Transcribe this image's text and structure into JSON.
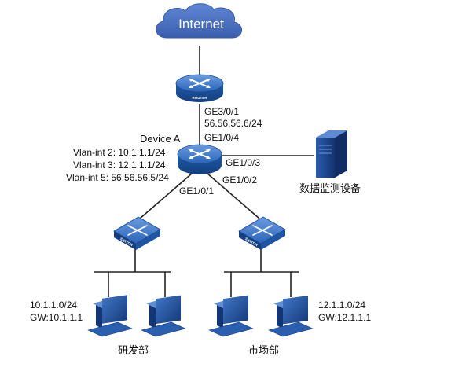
{
  "cloud": {
    "label": "Internet"
  },
  "router": {
    "badge": "ROUTER"
  },
  "device_a": {
    "name": "Device A",
    "vlan_lines": [
      "Vlan-int 2: 10.1.1.1/24",
      "Vlan-int 3: 12.1.1.1/24",
      "Vlan-int 5: 56.56.56.5/24"
    ]
  },
  "router_link": {
    "port": "GE3/0/1",
    "ip": "56.56.56.6/24"
  },
  "ports": {
    "to_router": "GE1/0/4",
    "to_monitor": "GE1/0/3",
    "to_right_switch": "GE1/0/2",
    "to_left_switch": "GE1/0/1"
  },
  "monitor_device": {
    "label": "数据监测设备"
  },
  "switch_badge": "SWITCH",
  "left_group": {
    "subnet": "10.1.1.0/24",
    "gateway": "GW:10.1.1.1",
    "name": "研发部"
  },
  "right_group": {
    "subnet": "12.1.1.0/24",
    "gateway": "GW:12.1.1.1",
    "name": "市场部"
  },
  "colors": {
    "device_blue": "#1c58a7",
    "device_blue_light": "#3d7cc9",
    "cloud_blue": "#4a72c2",
    "server_dark": "#1b3e82"
  }
}
